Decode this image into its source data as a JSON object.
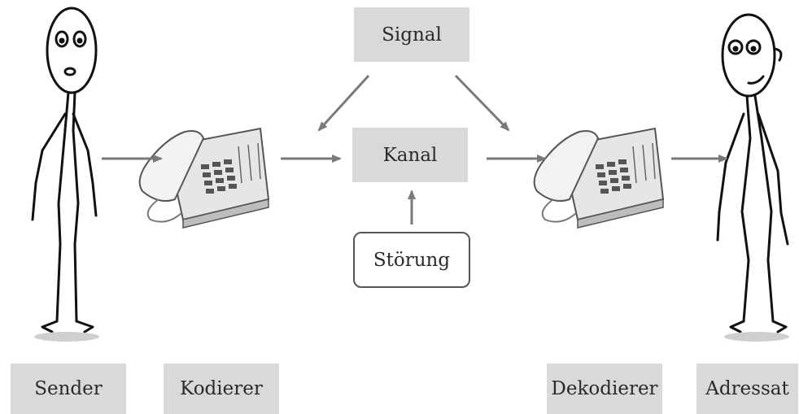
{
  "diagram": {
    "nodes": {
      "signal": "Signal",
      "kanal": "Kanal",
      "stoerung": "Störung"
    },
    "labels": {
      "sender": "Sender",
      "kodierer": "Kodierer",
      "dekodierer": "Dekodierer",
      "adressat": "Adressat"
    },
    "colors": {
      "box_fill": "#d9d9d9",
      "arrow": "#7a7a7a",
      "stroke": "#111111"
    }
  }
}
